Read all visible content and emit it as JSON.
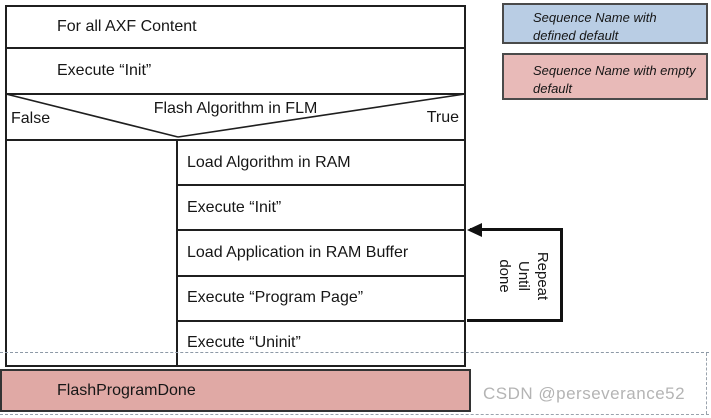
{
  "diagram": {
    "header_rows": [
      "For all AXF Content",
      "Execute “Init”"
    ],
    "decision": {
      "false_label": "False",
      "label": "Flash Algorithm in FLM",
      "true_label": "True"
    },
    "steps": [
      "Load Algorithm in RAM",
      "Execute “Init”",
      "Load Application in RAM Buffer",
      "Execute “Program Page”",
      "Execute “Uninit”"
    ],
    "repeat_note": "Repeat\nUntil\ndone",
    "done_label": "FlashProgramDone"
  },
  "legend": {
    "items": [
      {
        "label": "Sequence Name with defined default",
        "fill": "#b9cde4"
      },
      {
        "label": "Sequence Name with empty default",
        "fill": "#e8bab8"
      }
    ]
  },
  "watermark": "CSDN @perseverance52",
  "colors": {
    "done_fill": "#e0a9a5",
    "line": "#1f1f1f",
    "dashed": "#8d99a6"
  }
}
